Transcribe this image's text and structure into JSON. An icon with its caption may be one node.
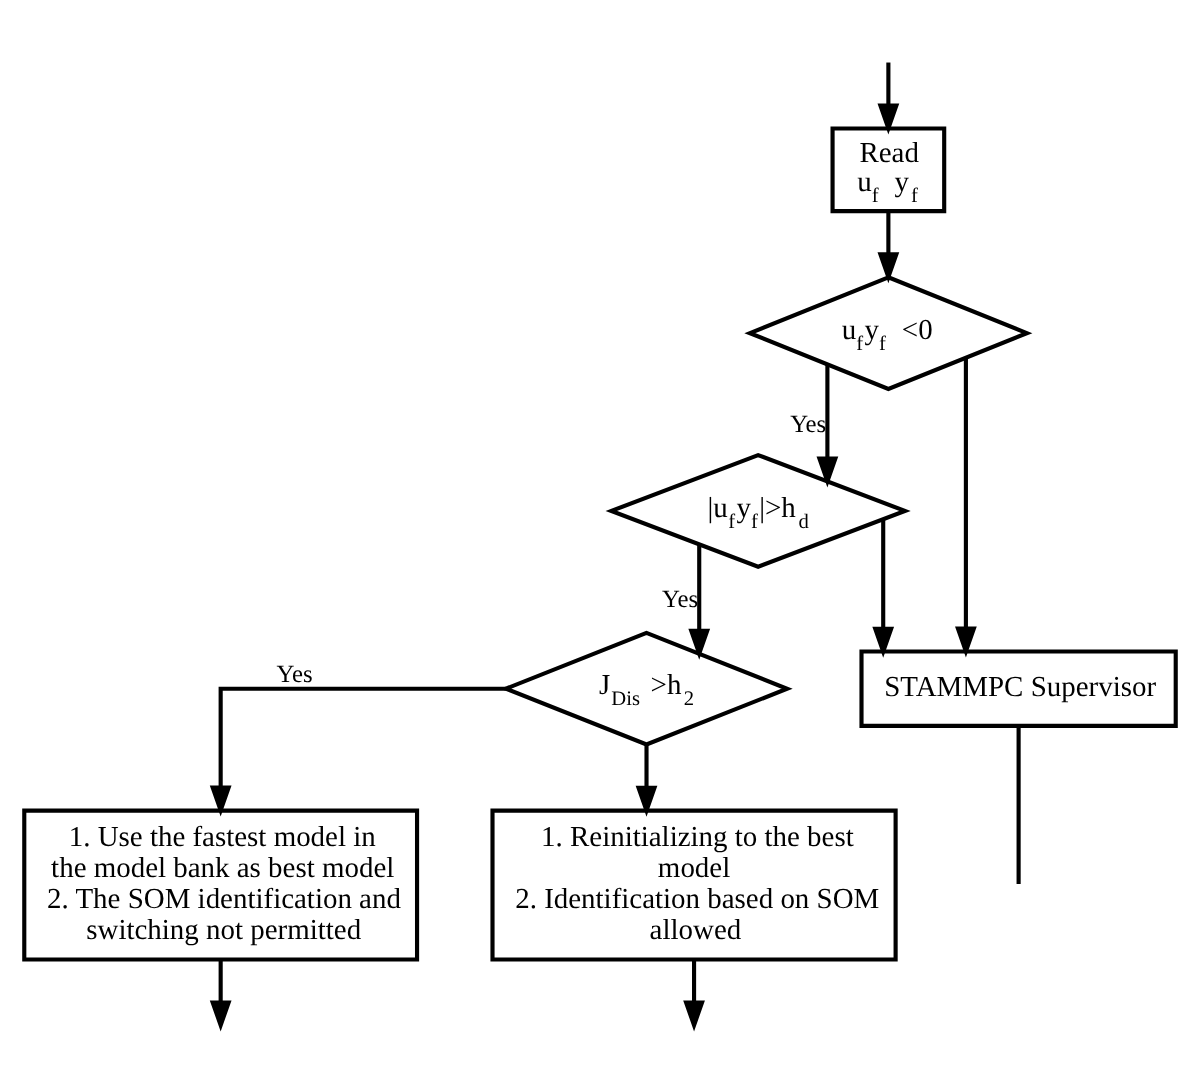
{
  "diagram": {
    "nodes": [
      {
        "text": [
          "Read",
          "u$_{f}$ y$_{f}$"
        ]
      },
      {
        "text": [
          "u$_{f}$y$_{f}$ <0"
        ]
      },
      {
        "text": [
          "|u$_{f}$y$_{f}$|>h$_{d}$"
        ]
      },
      {
        "text": [
          "J$_{Dis}$ >h$_{2}$"
        ]
      },
      {
        "text": [
          "1. Use the fastest model in the model bank as best model",
          "2. The SOM identification and switching not permitted"
        ]
      },
      {
        "text": [
          "1. Reinitializing to the best model",
          "2. Identification based on SOM allowed"
        ]
      },
      {
        "text": [
          "STAMMPC Supervisor"
        ]
      }
    ],
    "edges": [
      {
        "from": null,
        "to": 0,
        "arrow": "to"
      },
      {
        "from": 0,
        "to": 1,
        "arrow": "to"
      },
      {
        "from": 1,
        "to": 2,
        "arrow": "to",
        "label": "Yes"
      },
      {
        "from": 2,
        "to": 3,
        "arrow": "to",
        "label": "Yes"
      },
      {
        "from": 3,
        "to": 4,
        "arrow": "to",
        "label": "Yes"
      },
      {
        "from": 3,
        "to": 5,
        "arrow": "to"
      },
      {
        "from": 4,
        "to": null,
        "arrow": "to"
      },
      {
        "from": 5,
        "to": null,
        "arrow": "to"
      },
      {
        "from": 1,
        "to": 6,
        "arrow": "to"
      },
      {
        "from": 2,
        "to": 6,
        "arrow": "to"
      },
      {
        "from": 6,
        "to": null,
        "arrow": "none"
      }
    ]
  }
}
